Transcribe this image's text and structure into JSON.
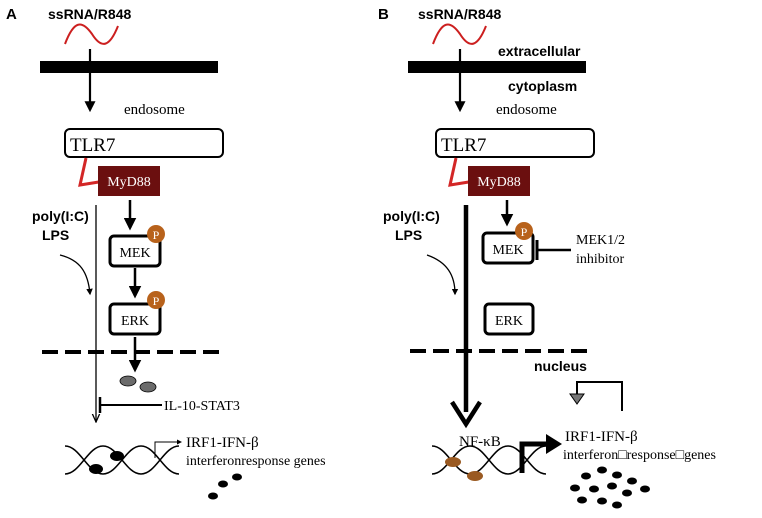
{
  "colors": {
    "rna_wave": "#cc1f1f",
    "myd88_fill": "#6b0f0f",
    "myd88_linker": "#d32626",
    "phospho_fill": "#b8621b",
    "nfkb_dots": "#9a5a22",
    "stat_dots": "#6b6b6b",
    "ink": "#000000"
  },
  "panel_a": {
    "letter": "A",
    "ligand": "ssRNA/R848",
    "endosome": "endosome",
    "tlr7": "TLR7",
    "myd88": "MyD88",
    "polyic": "poly(I:C)",
    "lps": "LPS",
    "mek": "MEK",
    "erk": "ERK",
    "phospho": "P",
    "il10": "IL-10-STAT3",
    "gene_line1": "IRF1-IFN-β",
    "gene_line2": "interferonresponse genes"
  },
  "panel_b": {
    "letter": "B",
    "ligand": "ssRNA/R848",
    "extracellular": "extracellular",
    "cytoplasm": "cytoplasm",
    "endosome": "endosome",
    "tlr7": "TLR7",
    "myd88": "MyD88",
    "polyic": "poly(I:C)",
    "lps": "LPS",
    "mek": "MEK",
    "phospho": "P",
    "inhibitor_line1": "MEK1/2",
    "inhibitor_line2": "inhibitor",
    "erk": "ERK",
    "nucleus": "nucleus",
    "nfkb": "NF-κB",
    "gene_line1": "IRF1-IFN-β",
    "gene_line2": "interferon□response□genes"
  }
}
